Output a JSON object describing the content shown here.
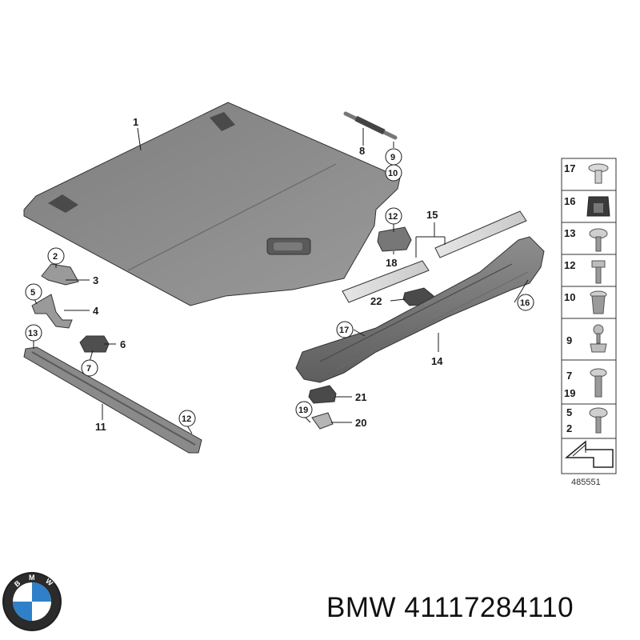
{
  "diagram": {
    "drawing_number": "485551",
    "callouts": [
      {
        "id": "c1",
        "label": "1"
      },
      {
        "id": "c2",
        "label": "2",
        "circled": true
      },
      {
        "id": "c3",
        "label": "3"
      },
      {
        "id": "c4",
        "label": "4"
      },
      {
        "id": "c5",
        "label": "5",
        "circled": true
      },
      {
        "id": "c6",
        "label": "6"
      },
      {
        "id": "c7",
        "label": "7",
        "circled": true
      },
      {
        "id": "c8",
        "label": "8"
      },
      {
        "id": "c9",
        "label": "9",
        "circled": true
      },
      {
        "id": "c10",
        "label": "10",
        "circled": true
      },
      {
        "id": "c11",
        "label": "11"
      },
      {
        "id": "c12a",
        "label": "12",
        "circled": true
      },
      {
        "id": "c12b",
        "label": "12",
        "circled": true
      },
      {
        "id": "c13",
        "label": "13",
        "circled": true
      },
      {
        "id": "c14",
        "label": "14"
      },
      {
        "id": "c15",
        "label": "15"
      },
      {
        "id": "c16",
        "label": "16",
        "circled": true
      },
      {
        "id": "c17",
        "label": "17",
        "circled": true
      },
      {
        "id": "c18",
        "label": "18"
      },
      {
        "id": "c19",
        "label": "19",
        "circled": true
      },
      {
        "id": "c20",
        "label": "20"
      },
      {
        "id": "c21",
        "label": "21"
      },
      {
        "id": "c22",
        "label": "22"
      }
    ],
    "hardware_legend": [
      {
        "labels": [
          "17"
        ],
        "icon": "push-rivet-icon"
      },
      {
        "labels": [
          "16"
        ],
        "icon": "clip-nut-icon"
      },
      {
        "labels": [
          "13"
        ],
        "icon": "torx-screw-icon"
      },
      {
        "labels": [
          "12"
        ],
        "icon": "hex-screw-icon"
      },
      {
        "labels": [
          "10"
        ],
        "icon": "rivet-nut-icon"
      },
      {
        "labels": [
          "9"
        ],
        "icon": "ball-stud-icon"
      },
      {
        "labels": [
          "7",
          "19"
        ],
        "icon": "washer-screw-icon"
      },
      {
        "labels": [
          "5",
          "2"
        ],
        "icon": "pan-head-screw-icon"
      }
    ]
  },
  "footer": {
    "brand": "BMW",
    "part_number": "41117284110"
  },
  "colors": {
    "part_fill": "#8a8a8a",
    "part_dark": "#555555",
    "line": "#1a1a1a"
  }
}
